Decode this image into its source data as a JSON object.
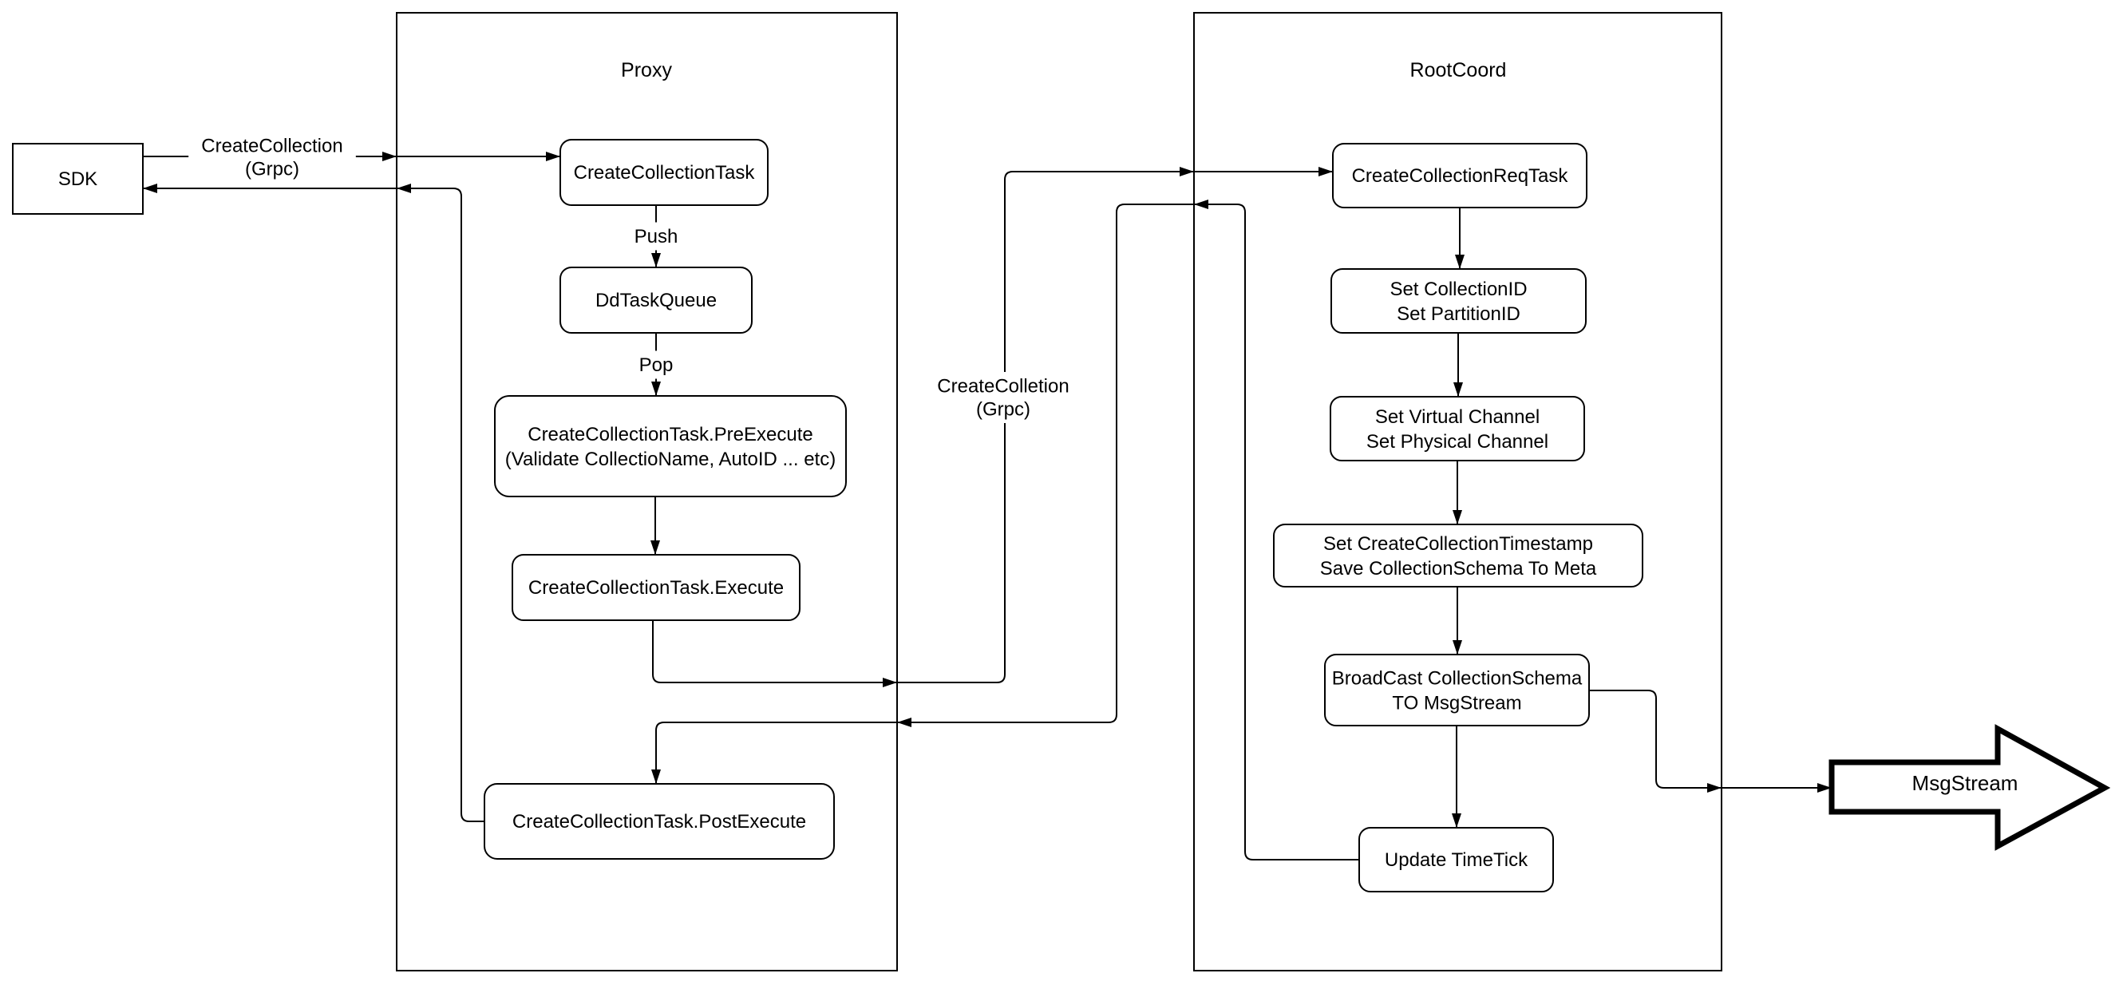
{
  "diagram": {
    "containers": [
      {
        "id": "proxy",
        "title": "Proxy"
      },
      {
        "id": "rootcoord",
        "title": "RootCoord"
      }
    ],
    "nodes": [
      {
        "id": "sdk",
        "lines": [
          "SDK"
        ]
      },
      {
        "id": "task",
        "lines": [
          "CreateCollectionTask"
        ]
      },
      {
        "id": "queue",
        "lines": [
          "DdTaskQueue"
        ]
      },
      {
        "id": "pre",
        "lines": [
          "CreateCollectionTask.PreExecute",
          "(Validate CollectioName, AutoID ... etc)"
        ]
      },
      {
        "id": "exec",
        "lines": [
          "CreateCollectionTask.Execute"
        ]
      },
      {
        "id": "post",
        "lines": [
          "CreateCollectionTask.PostExecute"
        ]
      },
      {
        "id": "req",
        "lines": [
          "CreateCollectionReqTask"
        ]
      },
      {
        "id": "setid",
        "lines": [
          "Set CollectionID",
          "Set PartitionID"
        ]
      },
      {
        "id": "setch",
        "lines": [
          "Set Virtual Channel",
          "Set Physical Channel"
        ]
      },
      {
        "id": "setts",
        "lines": [
          "Set CreateCollectionTimestamp",
          "Save CollectionSchema To Meta"
        ]
      },
      {
        "id": "bcast",
        "lines": [
          "BroadCast CollectionSchema",
          "TO MsgStream"
        ]
      },
      {
        "id": "utt",
        "lines": [
          "Update TimeTick"
        ]
      }
    ],
    "edge_labels": [
      {
        "id": "grpc_sdk",
        "lines": [
          "CreateCollection",
          "(Grpc)"
        ]
      },
      {
        "id": "grpc_mid",
        "lines": [
          "CreateColletion",
          "(Grpc)"
        ]
      },
      {
        "id": "push",
        "lines": [
          "Push"
        ]
      },
      {
        "id": "pop",
        "lines": [
          "Pop"
        ]
      }
    ],
    "msgstream_label": "MsgStream",
    "colors": {
      "stroke": "#000000",
      "node_fill": "#ffffff",
      "background": "#ffffff"
    }
  }
}
